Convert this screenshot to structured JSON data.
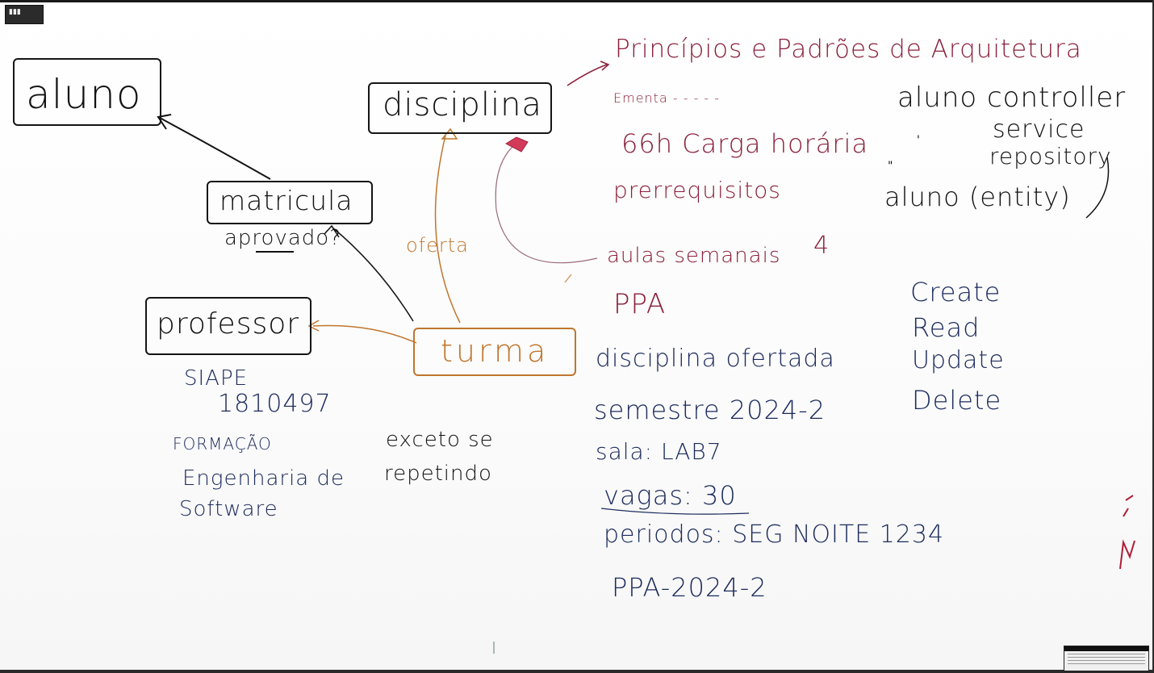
{
  "entities": {
    "aluno": "aluno",
    "disciplina": "disciplina",
    "matricula": "matricula",
    "professor": "professor",
    "turma": "turma"
  },
  "annotations": {
    "aprovado": "aprovado?",
    "oferta": "oferta",
    "siape_label": "SIAPE",
    "siape_number": "1810497",
    "formacao_label": "FORMAÇÃO",
    "formacao_line1": "Engenharia de",
    "formacao_line2": "Software",
    "exceto_line1": "exceto se",
    "exceto_line2": "repetindo"
  },
  "disciplina_details": {
    "title": "Princípios e Padrões de Arquitetura",
    "ementa": "Ementa - - - - -",
    "carga": "66h Carga horária",
    "prerequisitos": "prerrequisitos",
    "aulas_semanais": "aulas semanais",
    "aulas_count": "4",
    "sigla": "PPA"
  },
  "oferta_details": {
    "title": "disciplina ofertada",
    "semestre": "semestre 2024-2",
    "sala": "sala: LAB7",
    "vagas": "vagas: 30",
    "periodos": "periodos: SEG NOITE 1234",
    "codigo": "PPA-2024-2"
  },
  "architecture": {
    "line1": "aluno controller",
    "line2": "service",
    "line3": "repository",
    "line4": "aluno (entity)"
  },
  "crud": {
    "create": "Create",
    "read": "Read",
    "update": "Update",
    "delete": "Delete"
  },
  "colors": {
    "black": "#121212",
    "navy": "#1b2a5c",
    "orange": "#c0762d",
    "maroon": "#8a1f3a"
  }
}
